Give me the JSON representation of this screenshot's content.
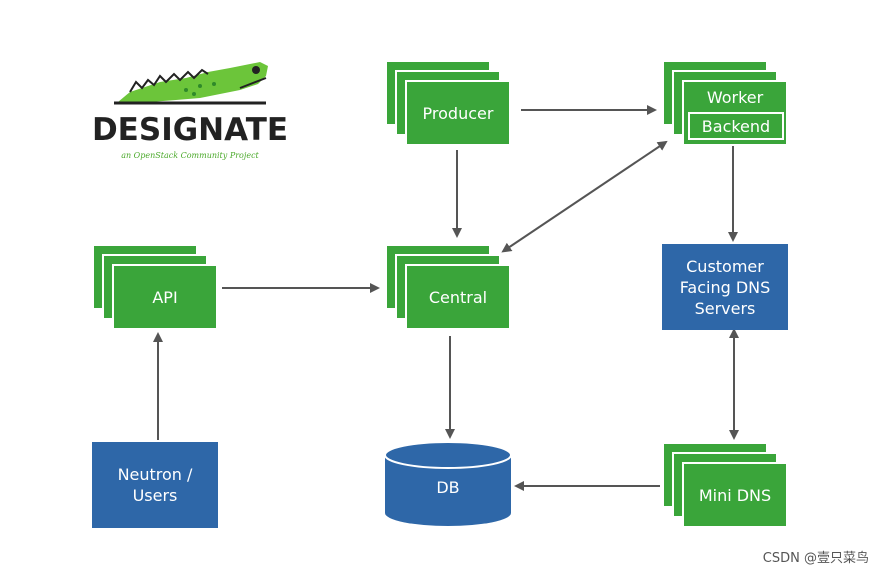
{
  "logo": {
    "wordmark": "DESIGNATE",
    "tagline": "an OpenStack Community Project"
  },
  "nodes": {
    "producer": "Producer",
    "worker": "Worker",
    "backend": "Backend",
    "api": "API",
    "central": "Central",
    "customer_dns": "Customer\nFacing DNS\nServers",
    "neutron": "Neutron /\nUsers",
    "db": "DB",
    "mini_dns": "Mini DNS"
  },
  "watermark": "CSDN @壹只菜鸟",
  "colors": {
    "green": "#3aa53a",
    "blue": "#2e67a8",
    "arrow": "#555555"
  }
}
